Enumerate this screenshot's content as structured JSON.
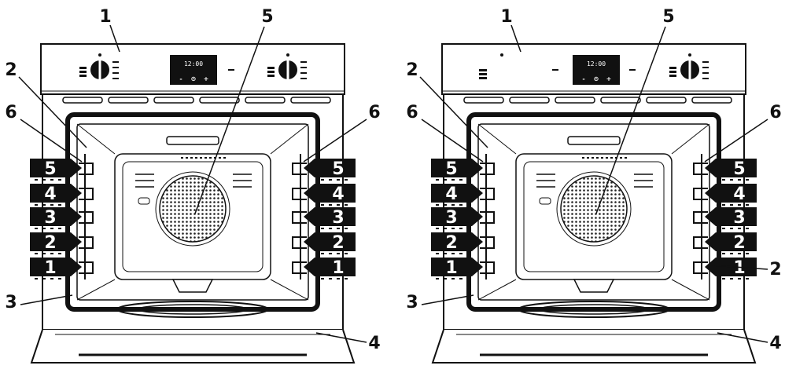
{
  "diagram": {
    "panels": [
      {
        "id": "left",
        "display_time": "12:00",
        "display_buttons": [
          "-",
          "⊙",
          "+"
        ],
        "callouts": [
          "1",
          "5",
          "2",
          "6",
          "6",
          "3",
          "4"
        ],
        "levels_left": [
          "5",
          "4",
          "3",
          "2",
          "1"
        ],
        "levels_right": [
          "5",
          "4",
          "3",
          "2",
          "1"
        ]
      },
      {
        "id": "right",
        "display_time": "12:00",
        "display_buttons": [
          "-",
          "⊙",
          "+"
        ],
        "callouts": [
          "1",
          "5",
          "2",
          "6",
          "6",
          "3",
          "4",
          "2"
        ],
        "levels_left": [
          "5",
          "4",
          "3",
          "2",
          "1"
        ],
        "levels_right": [
          "5",
          "4",
          "3",
          "2",
          "1"
        ]
      }
    ]
  }
}
